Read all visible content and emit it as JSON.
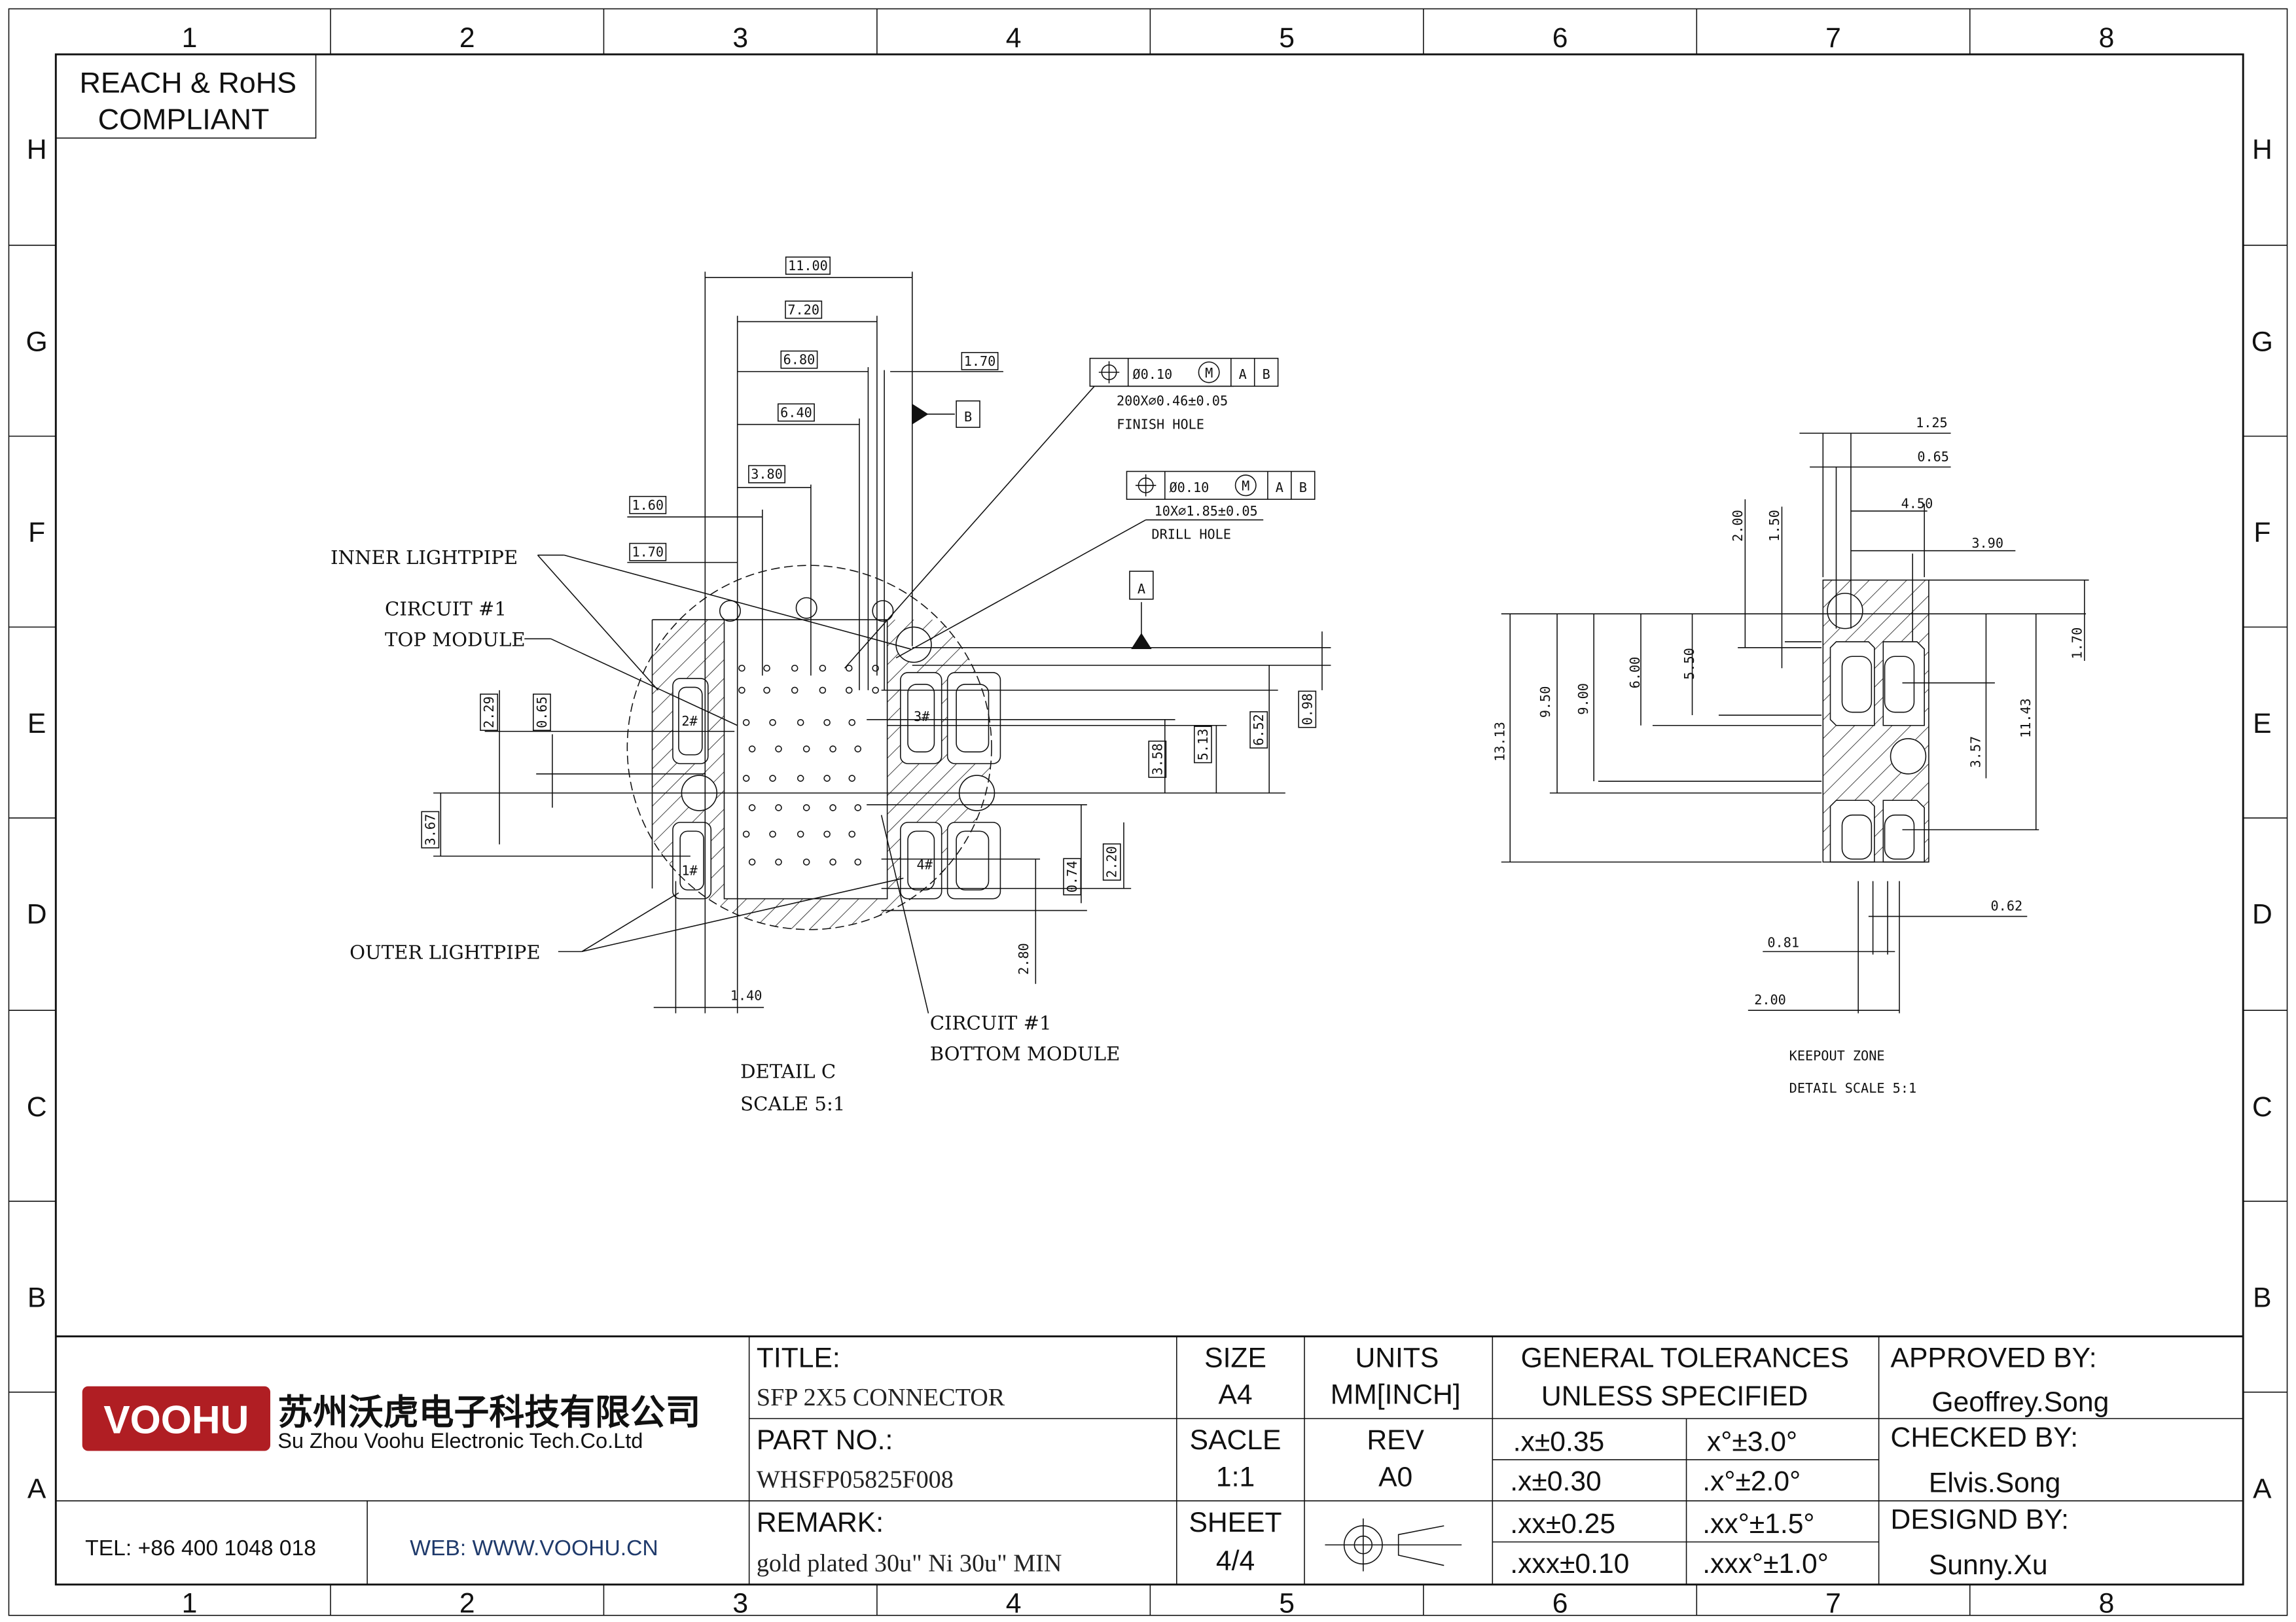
{
  "frame": {
    "columns": [
      "1",
      "2",
      "3",
      "4",
      "5",
      "6",
      "7",
      "8"
    ],
    "rows": [
      "H",
      "G",
      "F",
      "E",
      "D",
      "C",
      "B",
      "A"
    ]
  },
  "compliance": {
    "line1": "REACH & RoHS",
    "line2": "COMPLIANT"
  },
  "detail_c": {
    "dims_top": [
      "11.00",
      "7.20",
      "6.80",
      "1.70",
      "6.40",
      "3.80",
      "1.60",
      "1.70"
    ],
    "dims_left": [
      "2.29",
      "0.65",
      "3.67"
    ],
    "dims_right": [
      "3.58",
      "5.13",
      "6.52",
      "0.98",
      "0.74",
      "2.20",
      "2.80"
    ],
    "dim_bottom": "1.40",
    "datum_a": "A",
    "datum_b": "B",
    "fcf_finish": {
      "symbol": "⌖",
      "tolerance": "Ø0.10",
      "modifier": "M",
      "datum1": "A",
      "datum2": "B",
      "note": "200X⌀0.46±0.05",
      "label": "FINISH HOLE"
    },
    "fcf_drill": {
      "symbol": "⌖",
      "tolerance": "Ø0.10",
      "modifier": "M",
      "datum1": "A",
      "datum2": "B",
      "note": "10X⌀1.85±0.05",
      "label": "DRILL HOLE"
    },
    "callouts": {
      "inner_lightpipe": "INNER LIGHTPIPE",
      "circuit_top_1": "CIRCUIT #1",
      "circuit_top_2": "TOP MODULE",
      "outer_lightpipe": "OUTER LIGHTPIPE",
      "circuit_bottom_1": "CIRCUIT #1",
      "circuit_bottom_2": "BOTTOM MODULE"
    },
    "port_labels": [
      "2#",
      "3#",
      "1#",
      "4#"
    ],
    "caption1": "DETAIL C",
    "caption2": "SCALE 5:1"
  },
  "keepout": {
    "dims_top": [
      "1.25",
      "0.65",
      "4.50",
      "3.90"
    ],
    "dims_vertical": [
      "2.00",
      "1.50",
      "1.70",
      "13.13",
      "9.50",
      "9.00",
      "6.00",
      "5.50",
      "3.57",
      "11.43"
    ],
    "dims_bottom": [
      "0.62",
      "0.81",
      "2.00"
    ],
    "caption1": "KEEPOUT ZONE",
    "caption2": "DETAIL SCALE 5:1"
  },
  "title_block": {
    "logo_text": "VOOHU",
    "company_cn": "苏州沃虎电子科技有限公司",
    "company_en": "Su Zhou Voohu Electronic Tech.Co.Ltd",
    "tel": "TEL: +86 400 1048 018",
    "web": "WEB: WWW.VOOHU.CN",
    "title_label": "TITLE:",
    "title": "SFP  2X5  CONNECTOR",
    "part_label": "PART NO.:",
    "part_no": "WHSFP05825F008",
    "remark_label": "REMARK:",
    "remark": "gold plated 30u\" Ni 30u\" MIN",
    "size_label": "SIZE",
    "size": "A4",
    "scale_label": "SACLE",
    "scale": "1:1",
    "sheet_label": "SHEET",
    "sheet": "4/4",
    "units_label": "UNITS",
    "units": "MM[INCH]",
    "rev_label": "REV",
    "rev": "A0",
    "tol_title1": "GENERAL TOLERANCES",
    "tol_title2": "UNLESS SPECIFIED",
    "tolerances": [
      ".x±0.35",
      ".x±0.30",
      ".xx±0.25",
      ".xxx±0.10"
    ],
    "angle_tolerances": [
      "x°±3.0°",
      ".x°±2.0°",
      ".xx°±1.5°",
      ".xxx°±1.0°"
    ],
    "approved_label": "APPROVED BY:",
    "approved": "Geoffrey.Song",
    "checked_label": "CHECKED BY:",
    "checked": "Elvis.Song",
    "designed_label": "DESIGND BY:",
    "designed": "Sunny.Xu",
    "colors": {
      "logo_red": "#B01E23",
      "web_blue": "#1F3A6B"
    }
  }
}
